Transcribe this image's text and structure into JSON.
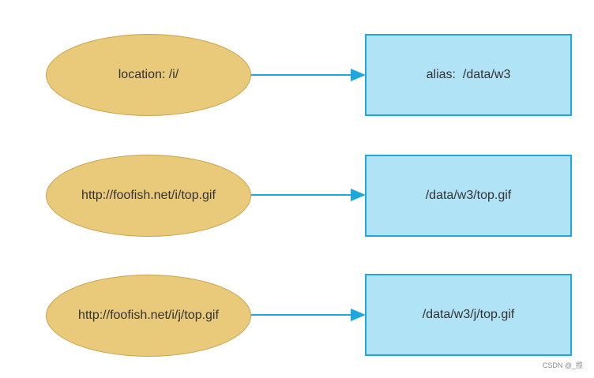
{
  "diagram": {
    "rows": [
      {
        "source": "location: /i/",
        "target": "alias:  /data/w3"
      },
      {
        "source": "http://foofish.net/i/top.gif",
        "target": "/data/w3/top.gif"
      },
      {
        "source": "http://foofish.net/i/j/top.gif",
        "target": "/data/w3/j/top.gif"
      }
    ],
    "colors": {
      "ellipse_fill": "#e9c97a",
      "ellipse_border": "#c8a24a",
      "rect_fill": "#b0e3f5",
      "rect_border": "#1ea7d9",
      "arrow": "#1ea7d9"
    }
  },
  "watermark": "CSDN @_揽"
}
